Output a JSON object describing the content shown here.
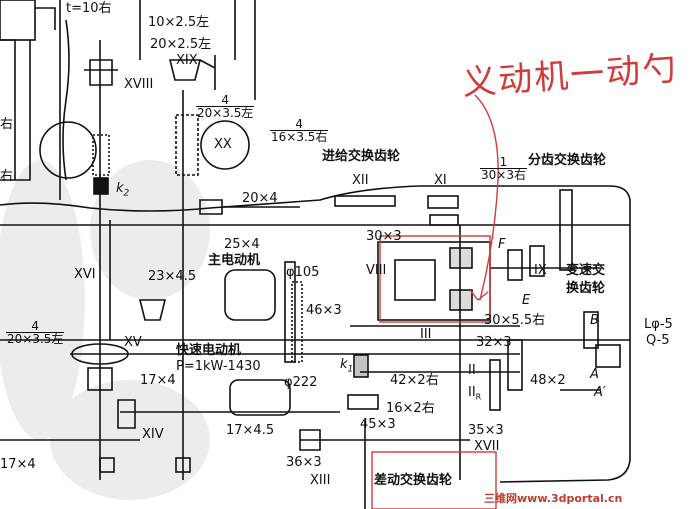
{
  "labels": {
    "t_label": "t=10右",
    "l_10x25": "10×2.5左",
    "l_20x25": "20×2.5左",
    "r_xix": "XIX",
    "r_xviii": "XVIII",
    "r_xx": "XX",
    "l_k2": "k",
    "l_k2_sub": "2",
    "l_left_you": "右",
    "l_left_you2": "右",
    "l_feed_gears": "进给交换齿轮",
    "r_xii": "XII",
    "r_xi": "XI",
    "l_div_gears": "分齿交换齿轮",
    "l_20x4": "20×4",
    "l_25x4": "25×4",
    "l_main_motor": "主电动机",
    "l_phi105": "φ105",
    "l_30x3": "30×3",
    "r_viii": "VIII",
    "l_f": "F",
    "r_ix": "IX",
    "l_var_gears_1": "变速交",
    "l_var_gears_2": "换齿轮",
    "r_xvi": "XVI",
    "l_23x45": "23×4.5",
    "l_46x3": "46×3",
    "l_e": "E",
    "r_iii": "III",
    "l_30x55": "30×5.5右",
    "l_b": "B",
    "l_l5": "Lφ-5",
    "l_q5": "Q-5",
    "r_xv": "XV",
    "l_fast_motor": "快速电动机",
    "l_p1kw": "P=1kW-1430",
    "l_phi222": "φ222",
    "l_k1": "k",
    "l_k1_sub": "1",
    "l_32x3": "32×3",
    "r_ii": "II",
    "l_48x2": "48×2",
    "l_a": "A",
    "l_a_prime": "A′",
    "l_17x4_a": "17×4",
    "l_42x2": "42×2右",
    "l_16x2": "16×2右",
    "r_iir": "II",
    "r_iir_sub": "R",
    "r_xiv": "XIV",
    "l_17x45": "17×4.5",
    "l_45x3": "45×3",
    "l_35x3": "35×3",
    "r_xvii": "XVII",
    "l_17x4_b": "17×4",
    "l_36x3": "36×3",
    "r_xiii": "XIII",
    "l_diff_gears": "差动交换齿轮"
  },
  "fractions": {
    "f1": {
      "num": "4",
      "den": "20×3.5左"
    },
    "f2": {
      "num": "4",
      "den": "16×3.5右"
    },
    "f3": {
      "num": "1",
      "den": "30×3右"
    },
    "f4": {
      "num": "4",
      "den": "20×3.5左"
    }
  },
  "handwriting": "义动机一动勺",
  "watermark": "三维网www.3dportal.cn",
  "colors": {
    "line": "#111111",
    "annotation_red": "#d23a3a",
    "watermark_red": "#c0392b",
    "bg_shadow": "#e8e8e8"
  }
}
